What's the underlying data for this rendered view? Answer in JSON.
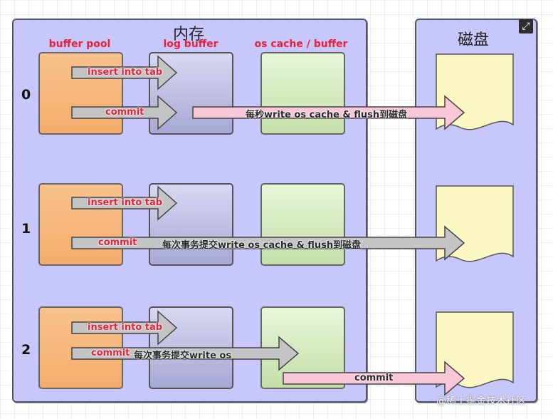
{
  "memory": {
    "title": "内存"
  },
  "disk": {
    "title": "磁盘"
  },
  "columns": {
    "buffer_pool": "buffer pool",
    "log_buffer": "log buffer",
    "os_cache": "os cache / buffer"
  },
  "rows": [
    {
      "num": "0",
      "insert": "insert into tab",
      "commit": "commit",
      "flow": "每秒write os cache & flush到磁盘"
    },
    {
      "num": "1",
      "insert": "insert into tab",
      "commit": "commit",
      "flow": "每次事务提交write os cache & flush到磁盘"
    },
    {
      "num": "2",
      "insert": "insert into tab",
      "commit": "commit",
      "flow": "每次事务提交write os",
      "commit2": "commit"
    }
  ],
  "watermark": "@稀土掘金技术社区",
  "colors": {
    "memory_bg": "#c7c7fb",
    "buffer_pool": "#f5ac6c",
    "log_buffer": "#a8a8d6",
    "os_cache": "#c4dfa9",
    "disk_file": "#fbf8c4",
    "gray_arrow": "#c4c4c4",
    "pink_arrow": "#f8c8d8",
    "label_red": "#e8203a"
  }
}
